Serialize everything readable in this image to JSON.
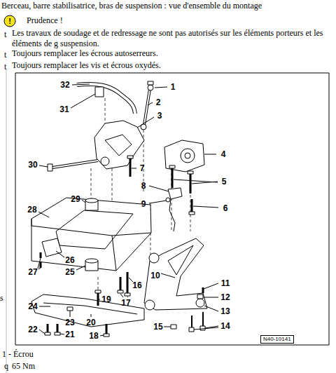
{
  "diagram": {
    "title": "Berceau, barre stabilisatrice, bras de suspension : vue d'ensemble du montage",
    "nodes": [
      {
        "text": [
          "N40-10141"
        ]
      }
    ],
    "labels": [
      "!",
      "Prudence !",
      "t",
      "Les travaux de soudage et de redressage ne sont pas autorisés sur les éléments porteurs et les éléments de g suspension.",
      "t",
      "Toujours remplacer les écrous autoserreurs.",
      "t",
      "Toujours remplacer les vis et écrous oxydés.",
      "32",
      "1",
      "2",
      "31",
      "3",
      "4",
      "30",
      "7",
      "5",
      "8",
      "9",
      "6",
      "29",
      "28",
      "26",
      "27",
      "25",
      "10",
      "16",
      "11",
      "12",
      "19",
      "17",
      "13",
      "24",
      "20",
      "14",
      "23",
      "15",
      "22",
      "21",
      "18",
      "s",
      "1 - Écrou",
      "q",
      "65 Nm"
    ]
  }
}
